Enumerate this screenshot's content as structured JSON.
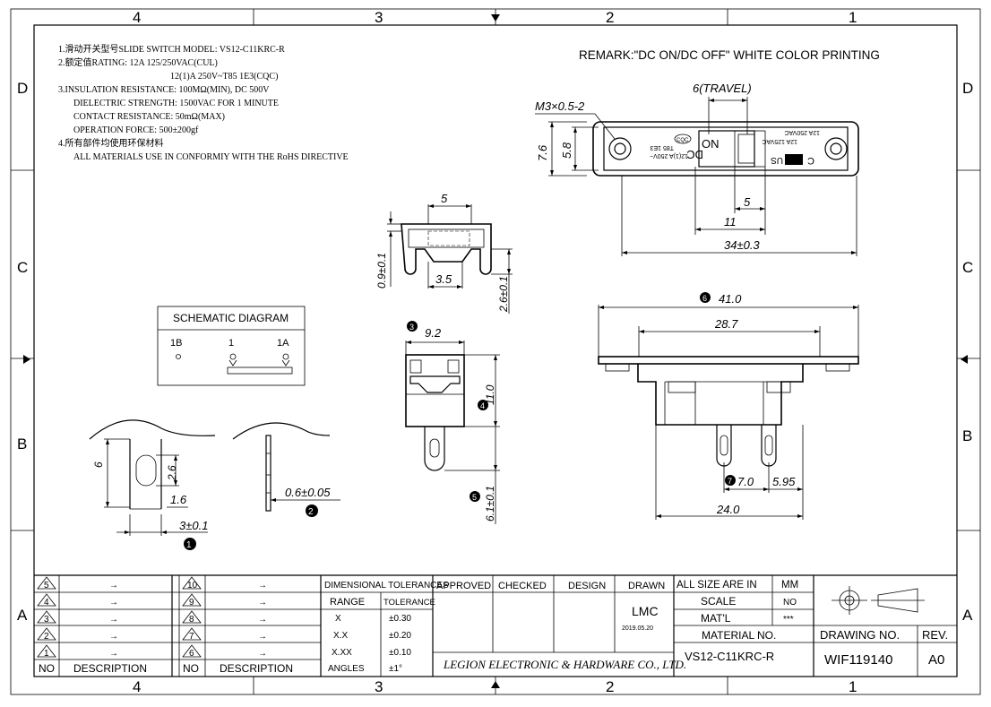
{
  "border": {
    "columns": [
      "4",
      "3",
      "2",
      "1"
    ],
    "rows": [
      "D",
      "C",
      "B",
      "A"
    ]
  },
  "notes": [
    "1.滑动开关型号SLIDE SWITCH MODEL: VS12-C11KRC-R",
    "2.额定值RATING: 12A 125/250VAC(CUL)",
    "12(1)A 250V~T85 1E3(CQC)",
    "3.INSULATION RESISTANCE: 100MΩ(MIN), DC 500V",
    "DIELECTRIC STRENGTH: 1500VAC FOR 1 MINUTE",
    "CONTACT RESISTANCE: 50mΩ(MAX)",
    "OPERATION FORCE: 500±200gf",
    "4.所有部件均使用环保材料",
    "ALL MATERIALS USE IN CONFORMIY  WITH  THE RoHS DIRECTIVE"
  ],
  "remark": "REMARK:\"DC ON/DC OFF\" WHITE COLOR PRINTING",
  "schematic": {
    "title": "SCHEMATIC DIAGRAM",
    "pin_1b": "1B",
    "pin_1": "1",
    "pin_1a": "1A"
  },
  "top_view": {
    "travel": "6(TRAVEL)",
    "screw": "M3×0.5-2",
    "height_outer": "7.6",
    "height_inner": "5.8",
    "dim_5": "5",
    "dim_11": "11",
    "dim_34": "34±0.3",
    "print_on": "ON",
    "print_dc": "DC",
    "print_rating_cqc": "12(1)A 250V~",
    "print_t85": "T85 1E3",
    "print_cqc": "CQC",
    "print_rating_ul1": "12A 250VAC",
    "print_rating_ul2": "12A 125VAC",
    "print_c": "C",
    "print_us": "US"
  },
  "end_view": {
    "dim_5": "5",
    "dim_09": "0.9±0.1",
    "dim_35": "3.5",
    "dim_26": "2.6±0.1"
  },
  "side_view": {
    "marker3": "3",
    "dim_92": "9.2",
    "marker4": "4",
    "dim_11": "11.0",
    "marker5": "5",
    "dim_61": "6.1±0.1"
  },
  "front_view": {
    "marker6": "6",
    "dim_41": "41.0",
    "dim_287": "28.7",
    "marker7": "7",
    "dim_70": "7.0",
    "dim_595": "5.95",
    "dim_240": "24.0"
  },
  "terminal_detail": {
    "dim_6": "6",
    "dim_26": "2.6",
    "dim_16": "1.6",
    "dim_3": "3±0.1",
    "marker1": "1",
    "dim_06": "0.6±0.05",
    "marker2": "2"
  },
  "title_block": {
    "rev_rows": [
      {
        "no": "5",
        "desc": "→",
        "no2": "10",
        "desc2": "→"
      },
      {
        "no": "4",
        "desc": "→",
        "no2": "9",
        "desc2": "→"
      },
      {
        "no": "3",
        "desc": "→",
        "no2": "8",
        "desc2": "→"
      },
      {
        "no": "2",
        "desc": "→",
        "no2": "7",
        "desc2": "→"
      },
      {
        "no": "1",
        "desc": "→",
        "no2": "6",
        "desc2": "→"
      }
    ],
    "no_label": "NO",
    "desc_label": "DESCRIPTION",
    "dim_tol": "DIMENSIONAL TOLERANCES",
    "range": "RANGE",
    "tolerance": "TOLERANCE",
    "tol_rows": [
      {
        "range": "X",
        "tol": "±0.30"
      },
      {
        "range": "X.X",
        "tol": "±0.20"
      },
      {
        "range": "X.XX",
        "tol": "±0.10"
      },
      {
        "range": "ANGLES",
        "tol": "±1°"
      }
    ],
    "approved": "APPROVED",
    "checked": "CHECKED",
    "design": "DESIGN",
    "drawn": "DRAWN",
    "drawn_by": "LMC",
    "drawn_date": "2019.05.20",
    "company": "LEGION ELECTRONIC & HARDWARE CO., LTD.",
    "all_size": "ALL SIZE ARE IN",
    "mm": "MM",
    "scale": "SCALE",
    "scale_val": "NO",
    "matl": "MAT'L",
    "matl_val": "***",
    "material_no": "MATERIAL NO.",
    "material_val": "VS12-C11KRC-R",
    "drawing_no": "DRAWING NO.",
    "drawing_val": "WIF119140",
    "rev": "REV.",
    "rev_val": "A0"
  }
}
